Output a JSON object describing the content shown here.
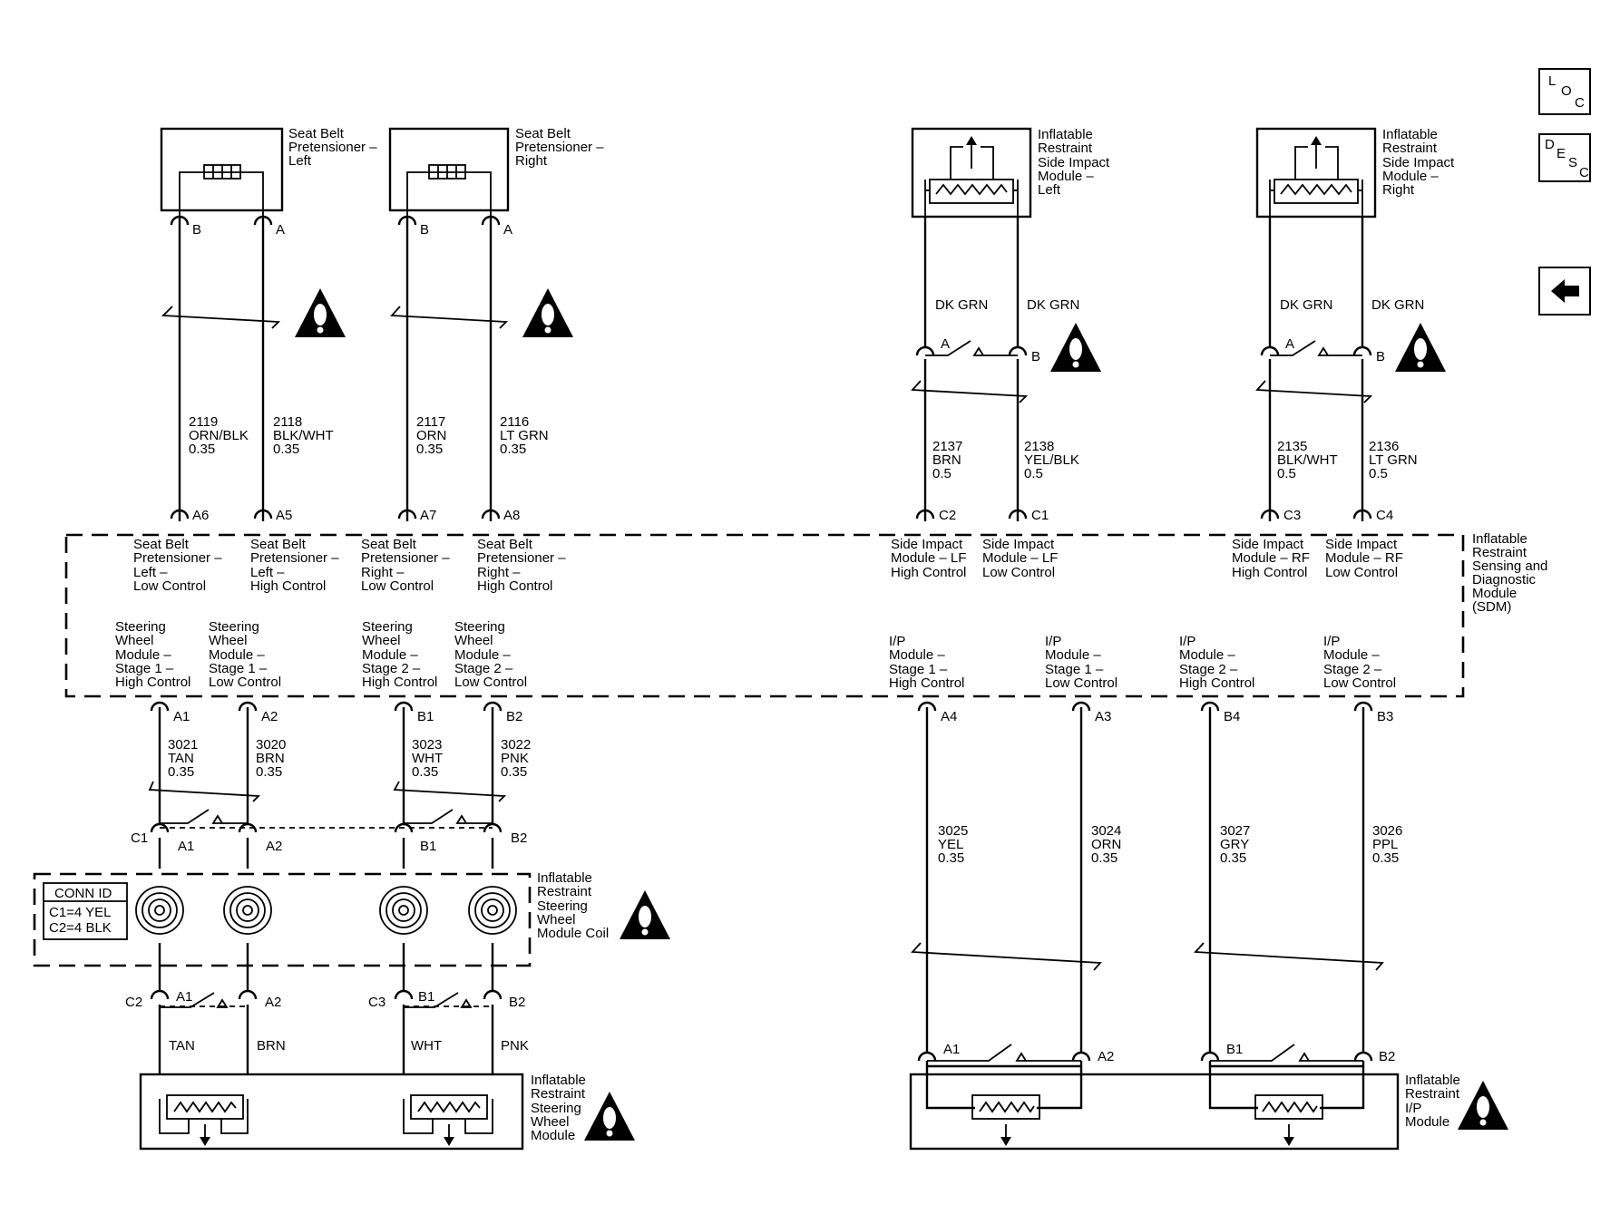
{
  "nav": {
    "loc": [
      "L",
      "O",
      "C"
    ],
    "desc": [
      "D",
      "E",
      "S",
      "C"
    ],
    "back": "back-arrow"
  },
  "seatbelt_left": [
    "Seat Belt",
    "Pretensioner –",
    "Left"
  ],
  "seatbelt_right": [
    "Seat Belt",
    "Pretensioner –",
    "Right"
  ],
  "side_left": [
    "Inflatable",
    "Restraint",
    "Side Impact",
    "Module –",
    "Left"
  ],
  "side_right": [
    "Inflatable",
    "Restraint",
    "Side Impact",
    "Module –",
    "Right"
  ],
  "sdm": [
    "Inflatable",
    "Restraint",
    "Sensing and",
    "Diagnostic",
    "Module",
    "(SDM)"
  ],
  "coil": [
    "Inflatable",
    "Restraint",
    "Steering",
    "Wheel",
    "Module Coil"
  ],
  "sw_module": [
    "Inflatable",
    "Restraint",
    "Steering",
    "Wheel",
    "Module"
  ],
  "ip_module": [
    "Inflatable",
    "Restraint",
    "I/P",
    "Module"
  ],
  "conn_id": {
    "title": "CONN ID",
    "lines": [
      "C1=4 YEL",
      "C2=4 BLK"
    ]
  },
  "pins": {
    "sb_l_b": "B",
    "sb_l_a": "A",
    "sb_r_b": "B",
    "sb_r_a": "A",
    "sd_l_a": "A",
    "sd_l_b": "B",
    "sd_r_a": "A",
    "sd_r_b": "B",
    "a6": "A6",
    "a5": "A5",
    "a7": "A7",
    "a8": "A8",
    "c2": "C2",
    "c1": "C1",
    "c3": "C3",
    "c4": "C4",
    "a1": "A1",
    "a2": "A2",
    "b1": "B1",
    "b2": "B2",
    "a4": "A4",
    "a3": "A3",
    "b4": "B4",
    "b3": "B3",
    "c1_conn": "C1",
    "c1_a1": "A1",
    "c1_a2": "A2",
    "c1_b1": "B1",
    "c1_b2": "B2",
    "c2_conn": "C2",
    "c2_a1": "A1",
    "c2_a2": "A2",
    "c3_conn": "C3",
    "c3_b1": "B1",
    "c3_b2": "B2",
    "ip_a1": "A1",
    "ip_a2": "A2",
    "ip_b1": "B1",
    "ip_b2": "B2"
  },
  "wires": {
    "w2119": [
      "2119",
      "ORN/BLK",
      "0.35"
    ],
    "w2118": [
      "2118",
      "BLK/WHT",
      "0.35"
    ],
    "w2117": [
      "2117",
      "ORN",
      "0.35"
    ],
    "w2116": [
      "2116",
      "LT GRN",
      "0.35"
    ],
    "w2137": [
      "2137",
      "BRN",
      "0.5"
    ],
    "w2138": [
      "2138",
      "YEL/BLK",
      "0.5"
    ],
    "w2135": [
      "2135",
      "BLK/WHT",
      "0.5"
    ],
    "w2136": [
      "2136",
      "LT GRN",
      "0.5"
    ],
    "w3021": [
      "3021",
      "TAN",
      "0.35"
    ],
    "w3020": [
      "3020",
      "BRN",
      "0.35"
    ],
    "w3023": [
      "3023",
      "WHT",
      "0.35"
    ],
    "w3022": [
      "3022",
      "PNK",
      "0.35"
    ],
    "w3025": [
      "3025",
      "YEL",
      "0.35"
    ],
    "w3024": [
      "3024",
      "ORN",
      "0.35"
    ],
    "w3027": [
      "3027",
      "GRY",
      "0.35"
    ],
    "w3026": [
      "3026",
      "PPL",
      "0.35"
    ]
  },
  "dkgrn": [
    "DK GRN",
    "DK GRN",
    "DK GRN",
    "DK GRN"
  ],
  "sw_colors": [
    "TAN",
    "BRN",
    "WHT",
    "PNK"
  ],
  "sdm_top": {
    "sb_l_low": [
      "Seat Belt",
      "Pretensioner –",
      "Left –",
      "Low Control"
    ],
    "sb_l_high": [
      "Seat Belt",
      "Pretensioner –",
      "Left –",
      "High Control"
    ],
    "sb_r_low": [
      "Seat Belt",
      "Pretensioner –",
      "Right –",
      "Low Control"
    ],
    "sb_r_high": [
      "Seat Belt",
      "Pretensioner –",
      "Right –",
      "High Control"
    ],
    "sd_lf_high": [
      "Side Impact",
      "Module – LF",
      "High Control"
    ],
    "sd_lf_low": [
      "Side Impact",
      "Module – LF",
      "Low Control"
    ],
    "sd_rf_high": [
      "Side Impact",
      "Module – RF",
      "High Control"
    ],
    "sd_rf_low": [
      "Side Impact",
      "Module – RF",
      "Low Control"
    ]
  },
  "sdm_bottom": {
    "sw1_high": [
      "Steering",
      "Wheel",
      "Module –",
      "Stage 1 –",
      "High Control"
    ],
    "sw1_low": [
      "Steering",
      "Wheel",
      "Module –",
      "Stage 1 –",
      "Low Control"
    ],
    "sw2_high": [
      "Steering",
      "Wheel",
      "Module –",
      "Stage 2 –",
      "High Control"
    ],
    "sw2_low": [
      "Steering",
      "Wheel",
      "Module –",
      "Stage 2 –",
      "Low Control"
    ],
    "ip1_high": [
      "I/P",
      "Module –",
      "Stage 1 –",
      "High Control"
    ],
    "ip1_low": [
      "I/P",
      "Module –",
      "Stage 1 –",
      "Low Control"
    ],
    "ip2_high": [
      "I/P",
      "Module –",
      "Stage 2 –",
      "High Control"
    ],
    "ip2_low": [
      "I/P",
      "Module –",
      "Stage 2 –",
      "Low Control"
    ]
  }
}
